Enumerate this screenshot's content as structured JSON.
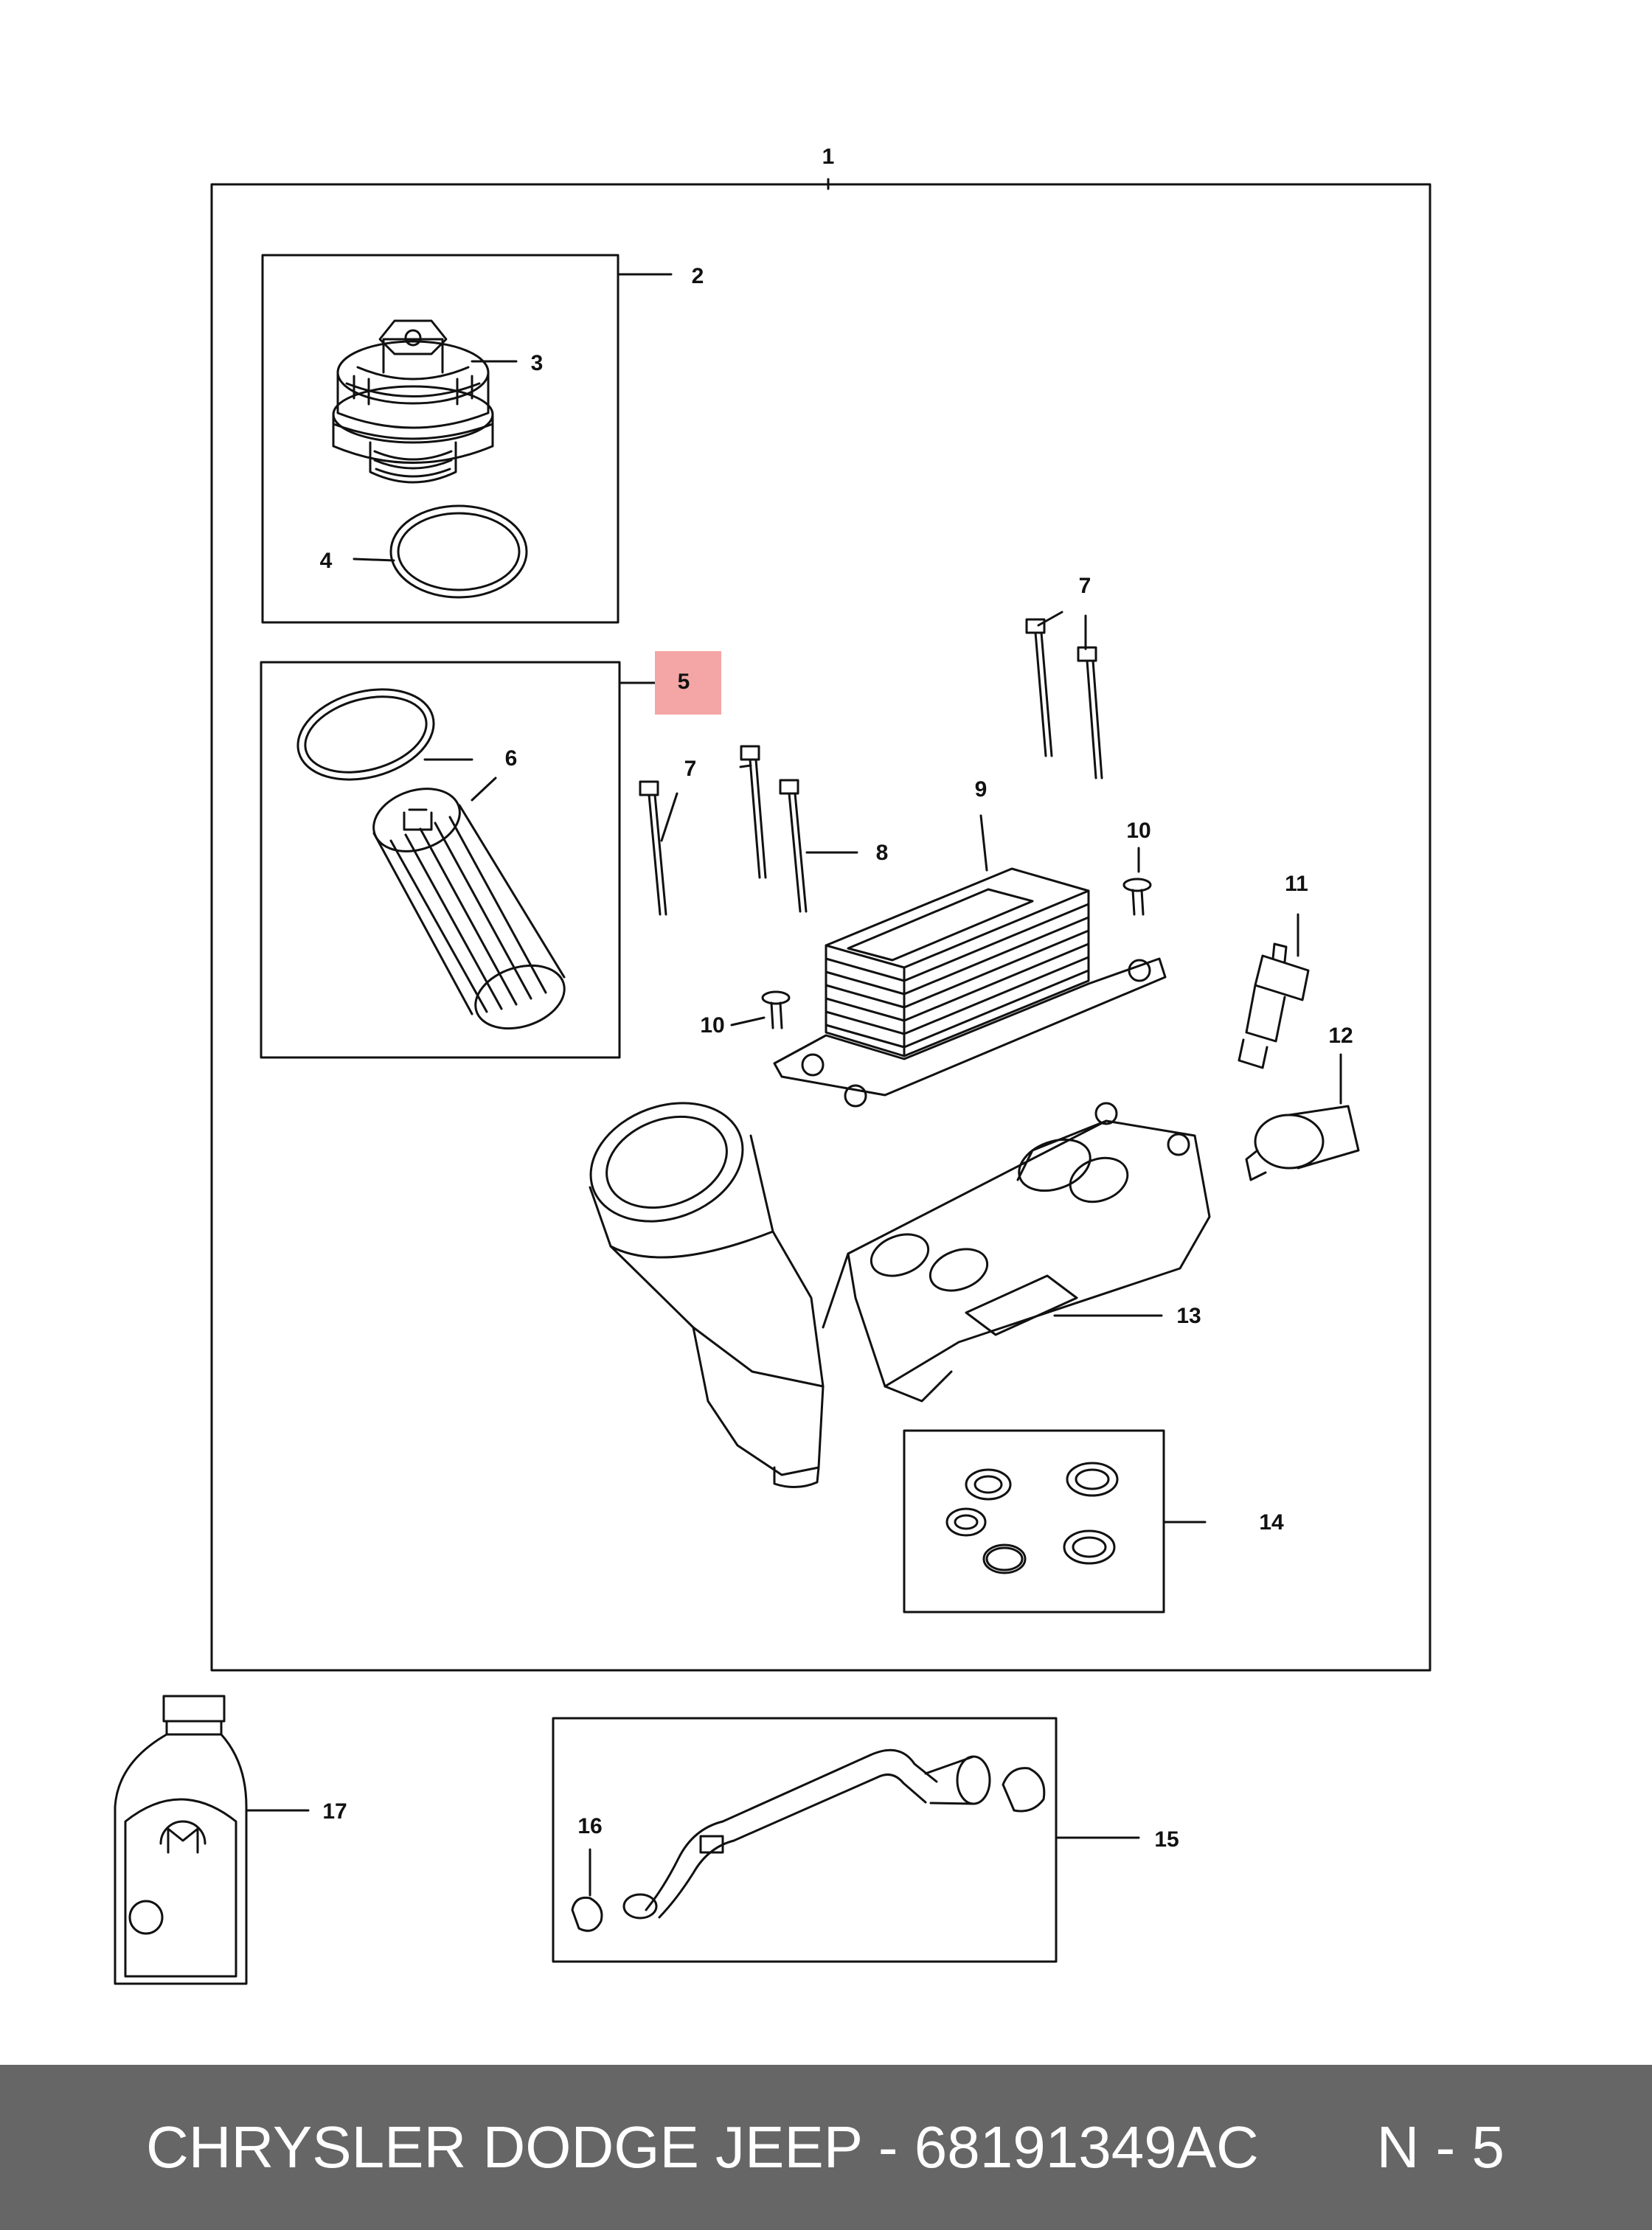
{
  "callouts": {
    "c1": "1",
    "c2": "2",
    "c3": "3",
    "c4": "4",
    "c5": "5",
    "c6": "6",
    "c7a": "7",
    "c7b": "7",
    "c8": "8",
    "c9": "9",
    "c10a": "10",
    "c10b": "10",
    "c11": "11",
    "c12": "12",
    "c13": "13",
    "c14": "14",
    "c15": "15",
    "c16": "16",
    "c17": "17"
  },
  "highlight_color": "#f4a6a6",
  "footer": {
    "text": "CHRYSLER DODGE JEEP - 68191349AC",
    "suffix": "N - 5",
    "background": "#666666"
  }
}
